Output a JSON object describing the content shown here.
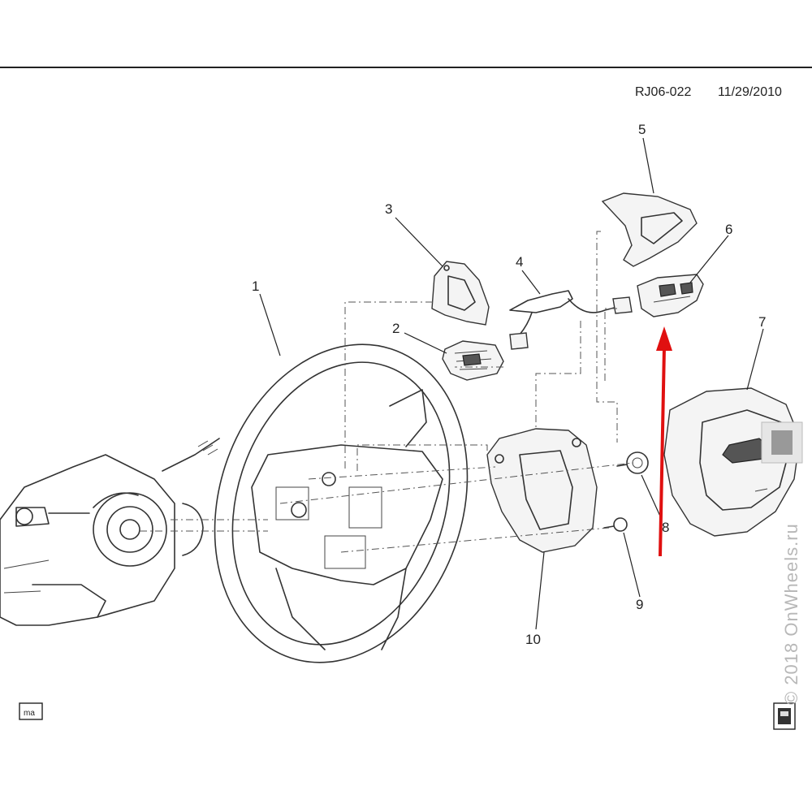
{
  "header": {
    "ref_code": "RJ06-022",
    "date": "11/29/2010"
  },
  "callouts": [
    "1",
    "2",
    "3",
    "4",
    "5",
    "6",
    "7",
    "8",
    "9",
    "10"
  ],
  "watermark": "© 2018 OnWheels.ru",
  "corner_icon_left_label": "ma",
  "colors": {
    "line": "#333333",
    "highlight_arrow": "#e01010",
    "watermark": "#b8b8b8"
  }
}
